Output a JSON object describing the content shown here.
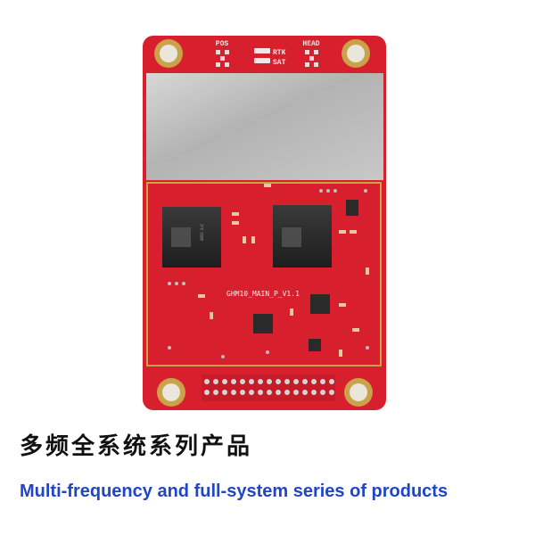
{
  "board": {
    "silk_pos": "POS",
    "silk_head": "HEAD",
    "silk_rtk": "RTK",
    "silk_sat": "SAT",
    "silk_model": "GHM10_MAIN_P_V1.1",
    "pcb_color": "#d81f2e",
    "shield_color": "#b9b9b9",
    "gold_color": "#c9a24a"
  },
  "caption": {
    "title_cn": "多频全系统系列产品",
    "title_en": "Multi-frequency and full-system series of products",
    "title_en_color": "#1f46c8"
  }
}
